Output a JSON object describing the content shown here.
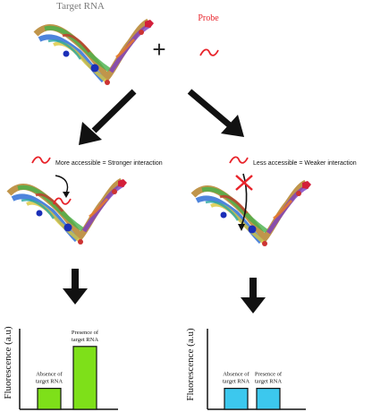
{
  "labels": {
    "target_rna": "Target RNA",
    "probe": "Probe",
    "plus": "+",
    "more_accessible": "More accessible = Stronger interaction",
    "less_accessible": "Less accessible = Weaker interaction"
  },
  "chart_data": [
    {
      "type": "bar",
      "ylabel": "Fluorescence (a.u)",
      "categories": [
        "Absence of target RNA",
        "Presence of target RNA"
      ],
      "values": [
        26,
        78
      ],
      "ylim": [
        0,
        100
      ],
      "color": "#7ee019"
    },
    {
      "type": "bar",
      "ylabel": "Fluorescence (a.u)",
      "categories": [
        "Absence of target RNA",
        "Presence of target RNA"
      ],
      "values": [
        26,
        26
      ],
      "ylim": [
        0,
        100
      ],
      "color": "#3cc8ee"
    }
  ],
  "colors": {
    "probe": "#e8232a",
    "arrow": "#111111",
    "left_bars": "#7ee019",
    "right_bars": "#3cc8ee"
  },
  "icons": [
    "rna-structure-icon",
    "probe-squiggle-icon",
    "down-arrow-icon",
    "block-x-icon"
  ]
}
